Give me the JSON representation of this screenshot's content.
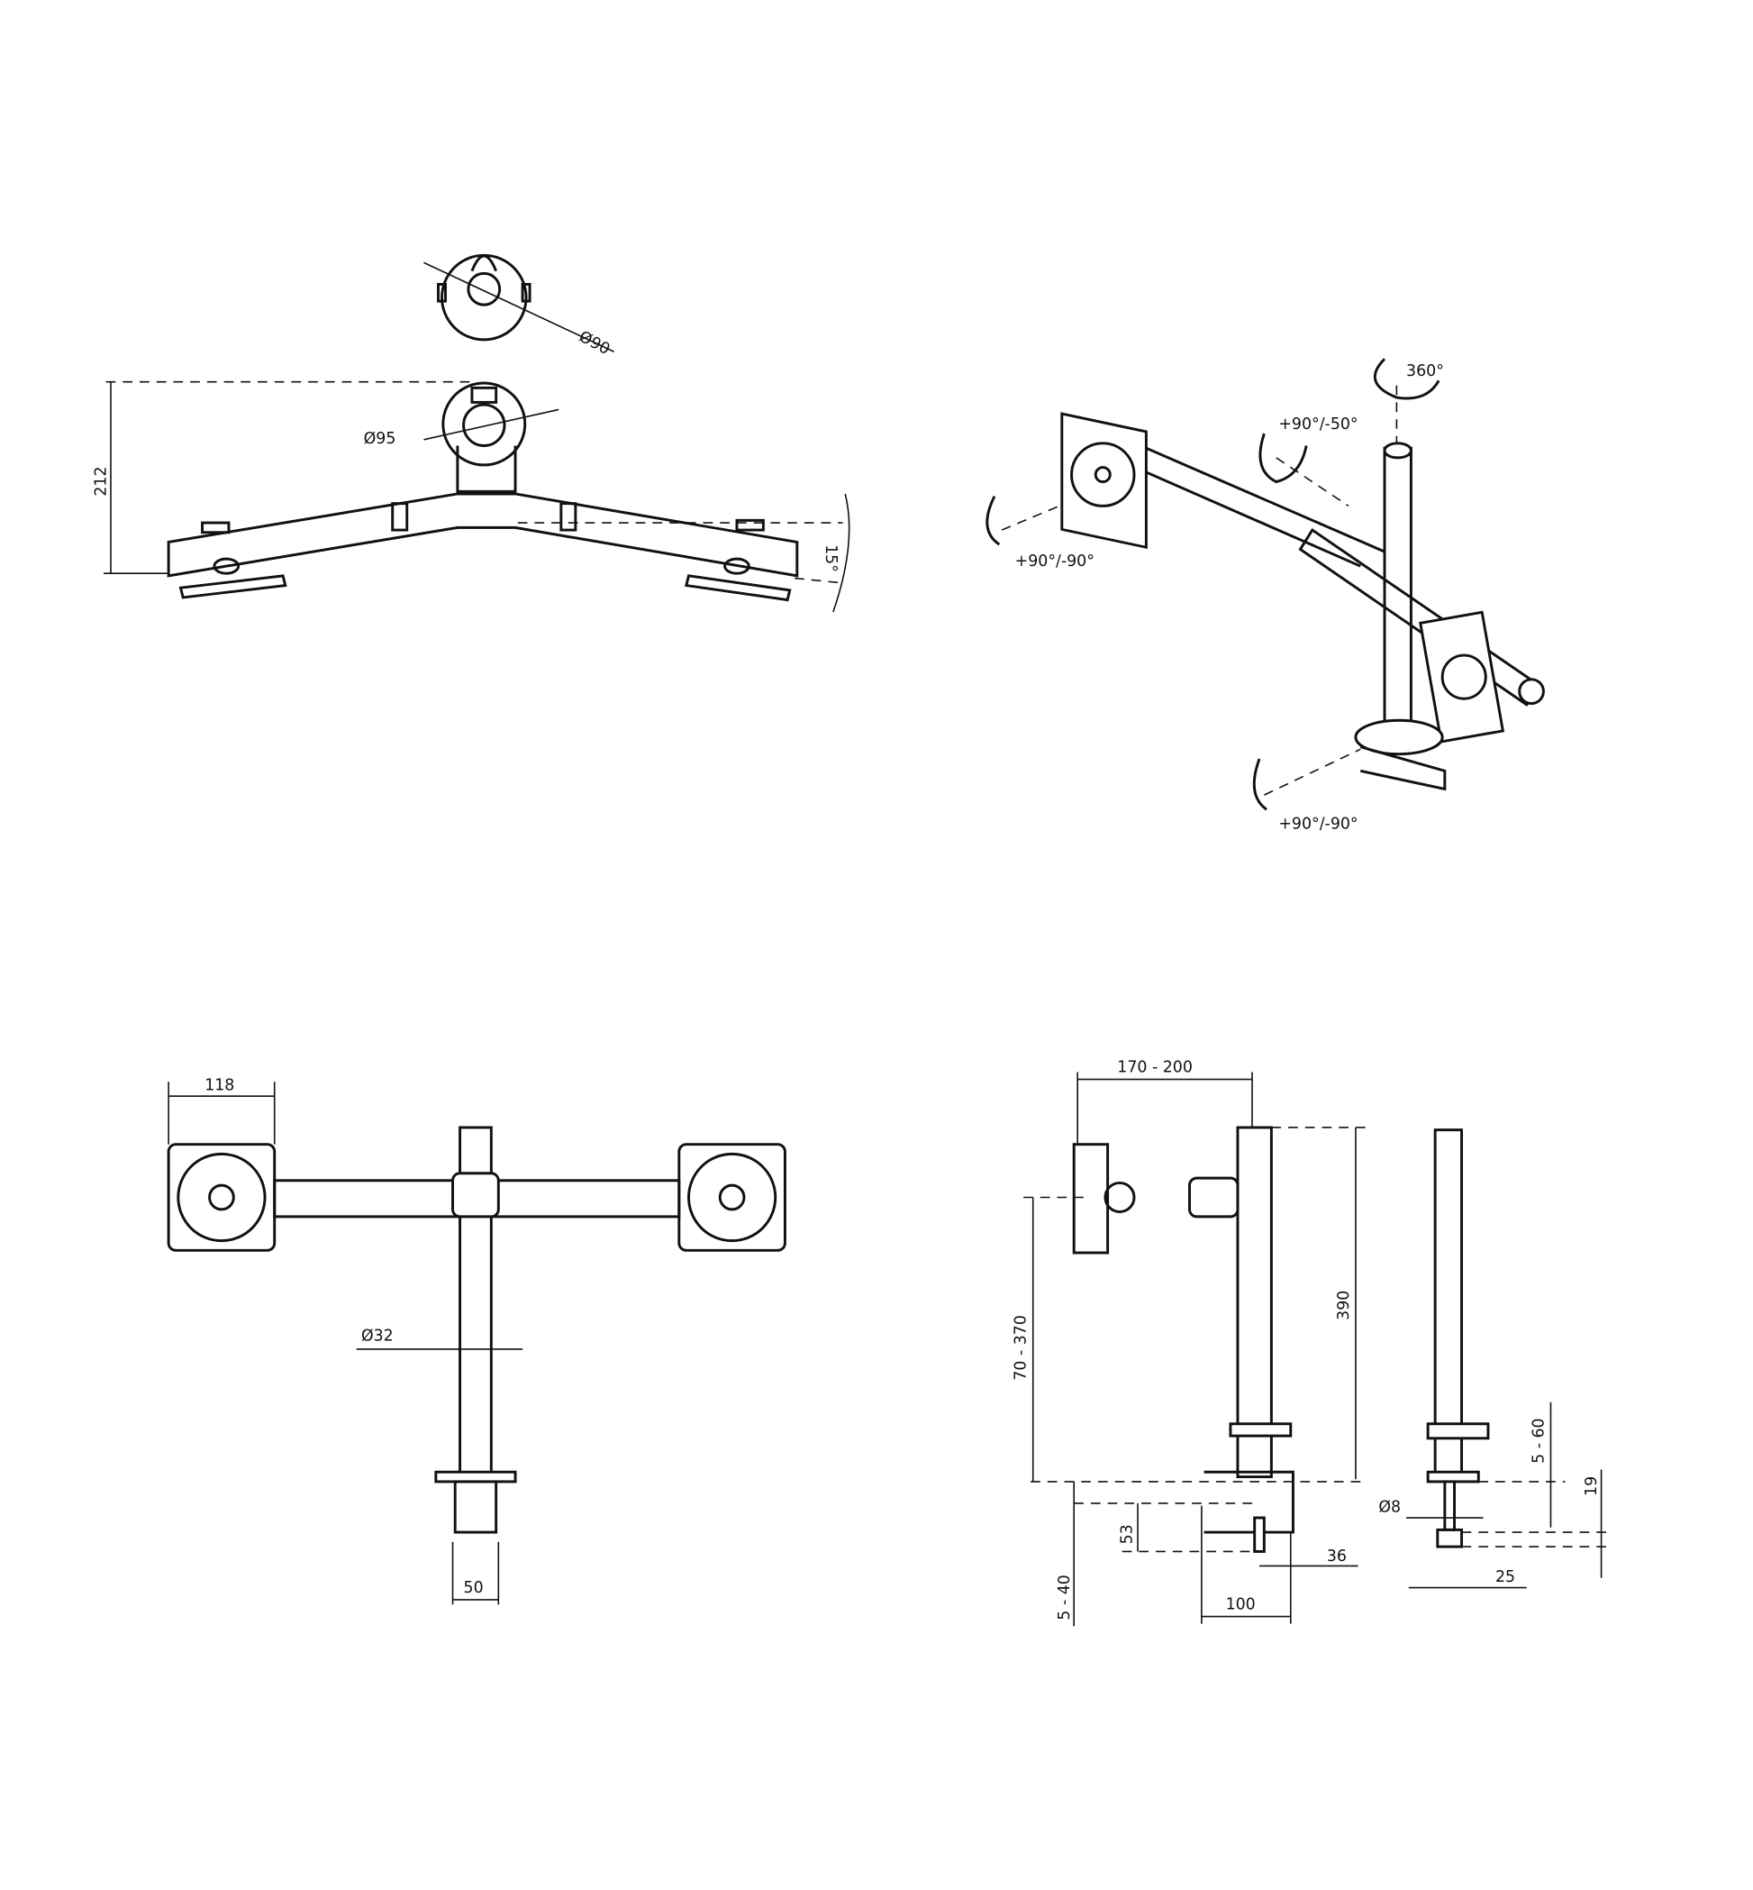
{
  "top_view": {
    "dia_top": "Ø90",
    "dia_mid": "Ø95",
    "height": "212",
    "angle": "15°"
  },
  "iso_view": {
    "rot_pole": "360°",
    "rot_arm": "+90°/-50°",
    "rot_left_plate": "+90°/-90°",
    "rot_base": "+90°/-90°"
  },
  "front_view": {
    "plate_width": "118",
    "pole_dia": "Ø32",
    "clamp_width": "50"
  },
  "side_view": {
    "reach": "170 - 200",
    "height_range": "70 - 370",
    "pole_height": "390",
    "desk_thickness": "5 - 40",
    "clamp_depth": "53",
    "screw_offset": "36",
    "base_depth": "100"
  },
  "grommet_view": {
    "desk_thickness": "5 - 60",
    "plate_height": "19",
    "bolt_dia": "Ø8",
    "bolt_offset": "25"
  }
}
